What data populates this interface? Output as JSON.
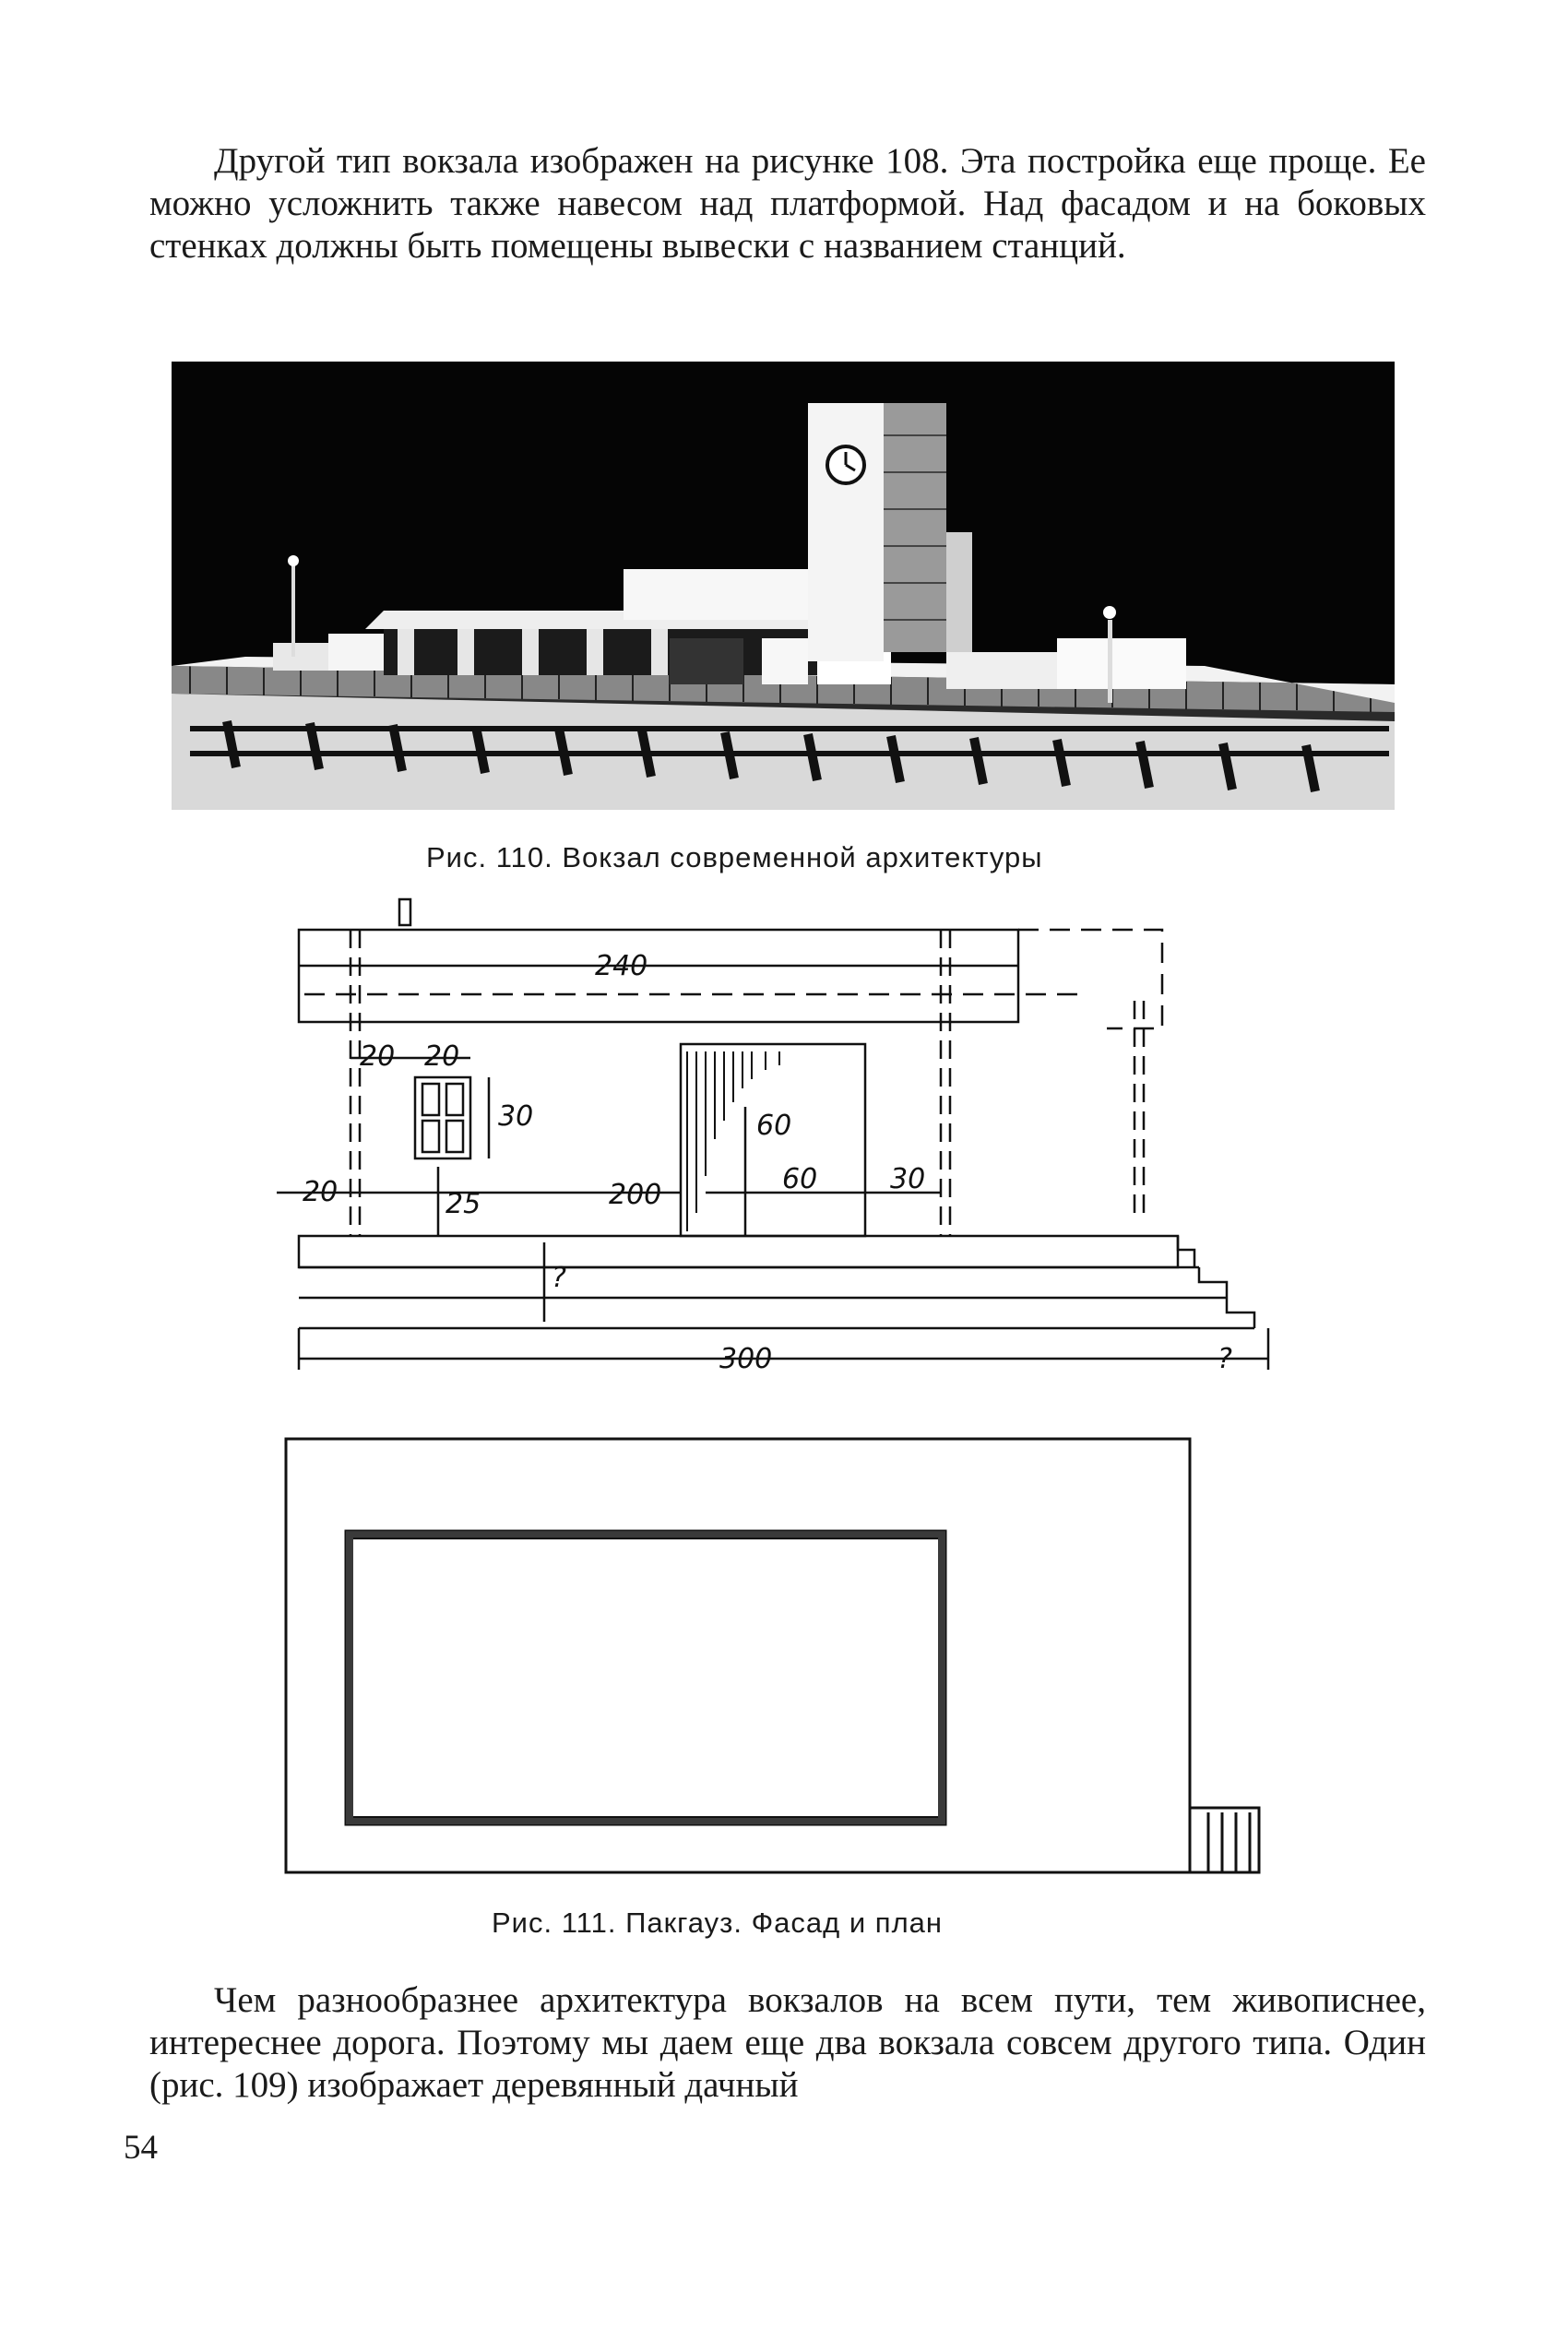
{
  "page": {
    "top_paragraph": "Другой тип вокзала изображен на рисунке 108. Эта постройка еще проще. Ее можно усложнить также навесом над платформой. Над фасадом и на боковых стенках должны быть помещены вывески с названием станций.",
    "figure_110_caption": "Рис. 110. Вокзал современной архитектуры",
    "figure_111_caption": "Рис. 111. Пакгауз. Фасад и план",
    "bottom_paragraph": "Чем разнообразнее архитектура вокзалов на всем пути, тем живописнее, интереснее дорога. Поэтому мы даем еще два вокзала совсем другого типа. Один (рис. 109) изображает деревянный дачный",
    "page_number": "54"
  },
  "drawing_dimensions": {
    "roof_width": "240",
    "window_offset": "20",
    "window_width": "20",
    "window_height": "30",
    "door_height": "60",
    "left_offset": "20",
    "sill_height": "25",
    "to_door": "200",
    "door_width": "60",
    "door_to_wall": "30",
    "step_height": "?",
    "total_width": "300",
    "steps_extra": "?"
  }
}
